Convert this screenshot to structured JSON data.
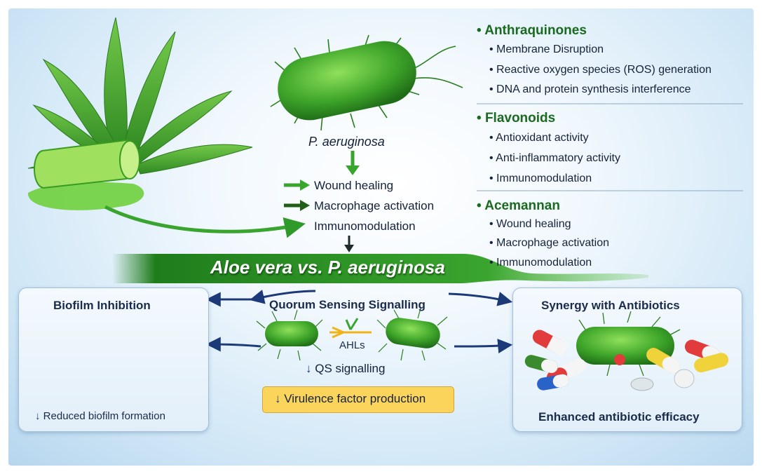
{
  "title": "Aloe vera vs. P. aeruginosa",
  "bacterium_label": "P. aeruginosa",
  "mechanisms": [
    {
      "heading": "Anthraquinones",
      "items": [
        "Membrane Disruption",
        "Reactive oxygen species (ROS) generation",
        "DNA and protein synthesis interference"
      ]
    },
    {
      "heading": "Flavonoids",
      "items": [
        "Antioxidant activity",
        "Anti-inflammatory activity",
        "Immunomodulation"
      ]
    },
    {
      "heading": "Acemannan",
      "items": [
        "Wound healing",
        "Macrophage activation",
        "Immunomodulation"
      ]
    }
  ],
  "center_effects": [
    "Wound healing",
    "Macrophage activation",
    "Immunomodulation"
  ],
  "panels": {
    "biofilm": {
      "title": "Biofilm Inhibition",
      "caption": "Reduced biofilm formation"
    },
    "quorum": {
      "title": "Quorum Sensing Signalling",
      "signal": "AHLs",
      "qs_caption": "QS signalling",
      "virulence": "Virulence factor production"
    },
    "synergy": {
      "title": "Synergy with Antibiotics",
      "caption": "Enhanced antibiotic efficacy"
    }
  },
  "colors": {
    "green": "#2f9a2a",
    "dark_green": "#1a6a1f",
    "navy": "#1d3a78",
    "background": "#d9ebf7",
    "highlight": "#fbd45c"
  }
}
